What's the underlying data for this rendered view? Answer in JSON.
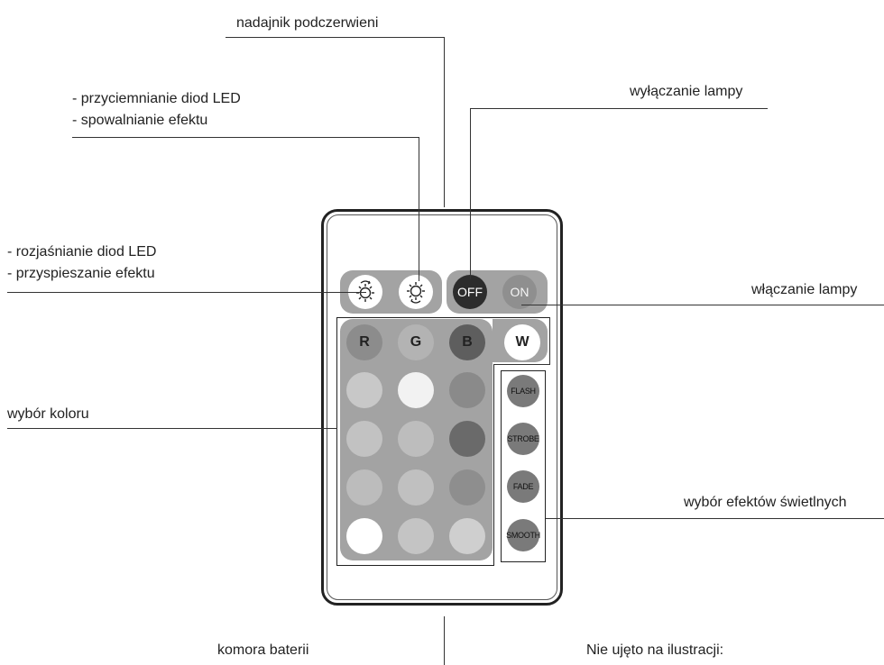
{
  "labels": {
    "ir_transmitter": "nadajnik podczerwieni",
    "dim_line1": "- przyciemnianie diod LED",
    "dim_line2": "- spowalnianie efektu",
    "lamp_off": "wyłączanie lampy",
    "bright_line1": "- rozjaśnianie diod LED",
    "bright_line2": "- przyspieszanie efektu",
    "lamp_on": "włączanie lampy",
    "color_select": "wybór koloru",
    "effect_select": "wybór efektów świetlnych",
    "battery": "komora baterii",
    "not_shown": "Nie ujęto na ilustracji:"
  },
  "remote": {
    "brightness_up_icon": "sun-brightness-up-icon",
    "brightness_down_icon": "sun-brightness-down-icon",
    "off_label": "OFF",
    "on_label": "ON",
    "rgbw": [
      {
        "label": "R",
        "color": "#8c8c8c"
      },
      {
        "label": "G",
        "color": "#b3b3b3"
      },
      {
        "label": "B",
        "color": "#5e5e5e"
      },
      {
        "label": "W",
        "color": "#ffffff"
      }
    ],
    "color_grid": [
      [
        "#c8c8c8",
        "#f2f2f2",
        "#8a8a8a"
      ],
      [
        "#c2c2c2",
        "#bdbdbd",
        "#6a6a6a"
      ],
      [
        "#bcbcbc",
        "#c0c0c0",
        "#8e8e8e"
      ],
      [
        "#ffffff",
        "#c4c4c4",
        "#cfcfcf"
      ]
    ],
    "effects": [
      "FLASH",
      "STROBE",
      "FADE",
      "SMOOTH"
    ]
  }
}
